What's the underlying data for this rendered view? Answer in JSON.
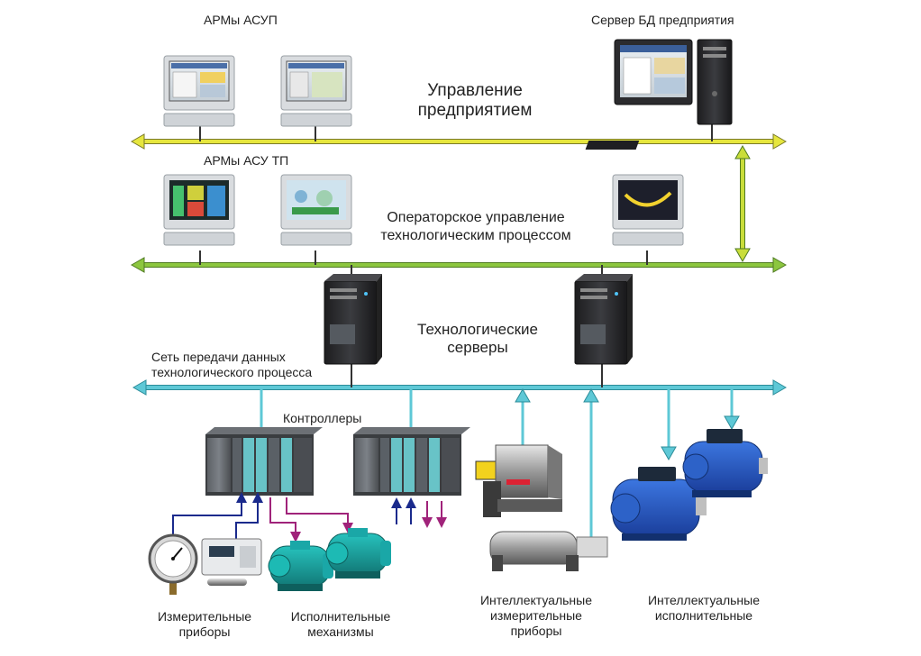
{
  "labels": {
    "arm_asup": "АРМы АСУП",
    "server_db": "Сервер БД предприятия",
    "enterprise_mgmt": [
      "Управление",
      "предприятием"
    ],
    "arm_asu_tp": "АРМы АСУ ТП",
    "operator_mgmt": [
      "Операторское управление",
      "технологическим процессом"
    ],
    "tech_servers": [
      "Технологические",
      "серверы"
    ],
    "data_network": [
      "Сеть передачи данных",
      "технологического процесса"
    ],
    "controllers": "Контроллеры",
    "measuring": [
      "Измерительные",
      "приборы"
    ],
    "actuators": [
      "Исполнительные",
      "механизмы"
    ],
    "smart_measuring": [
      "Интеллектуальные",
      "измерительные",
      "приборы"
    ],
    "smart_actuators": [
      "Интеллектуальные",
      "исполнительные"
    ]
  },
  "colors": {
    "bus_enterprise": "#e2e23a",
    "bus_operator": "#8cc63f",
    "bus_process": "#5ec8d6",
    "link_blue": "#1a2a8c",
    "link_purple": "#a0237a",
    "motor_teal": "#1aa7a7",
    "motor_blue": "#2a55c0"
  },
  "icons": [
    "workstation-icon",
    "server-tower-icon",
    "controller-rack-icon",
    "pressure-gauge-icon",
    "measuring-device-icon",
    "motor-icon",
    "sensor-icon",
    "smart-actuator-icon"
  ]
}
